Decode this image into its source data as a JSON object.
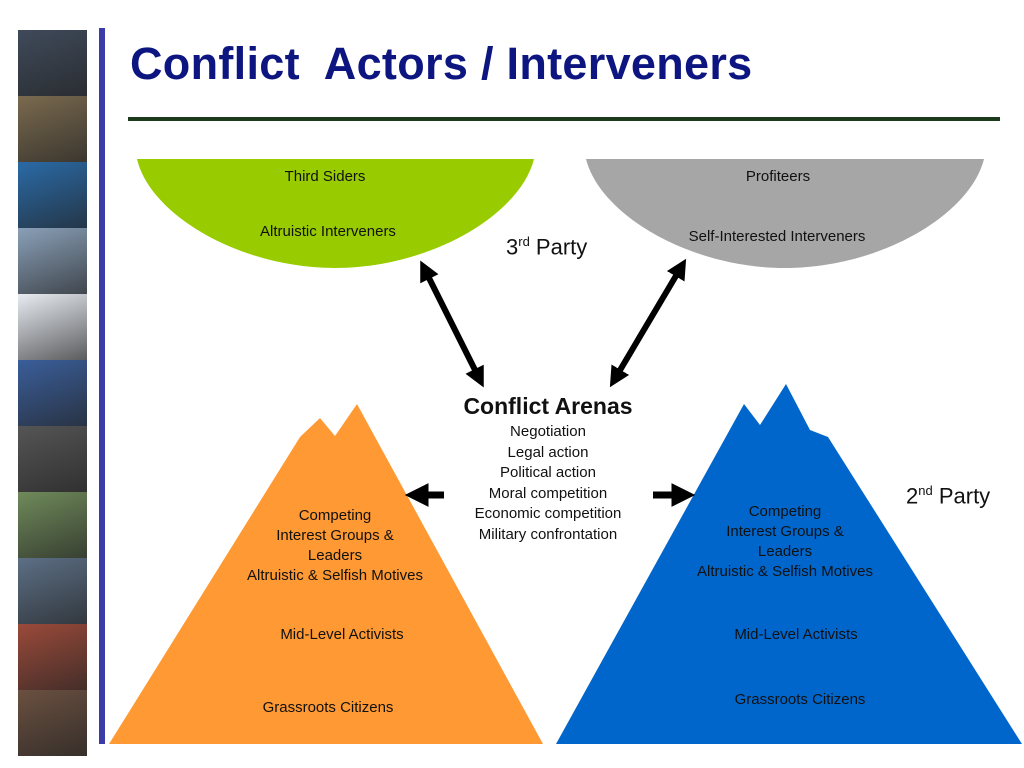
{
  "title": "Conflict  Actors / Interveners",
  "third_party_label": {
    "num": "3",
    "sup": "rd",
    "text": " Party"
  },
  "second_party_label": {
    "num": "2",
    "sup": "nd",
    "text": " Party"
  },
  "left_bowl": {
    "title": "Third Siders",
    "subtitle": "Altruistic Interveners",
    "color": "#99cc00"
  },
  "right_bowl": {
    "title": "Profiteers",
    "subtitle": "Self-Interested Interveners",
    "color": "#a6a6a6"
  },
  "arena": {
    "title": "Conflict Arenas",
    "items": [
      "Negotiation",
      "Legal action",
      "Political action",
      "Moral competition",
      "Economic competition",
      "Military confrontation"
    ]
  },
  "left_mountain": {
    "color": "#ff9933",
    "top_lines": [
      "Competing",
      "Interest Groups &",
      "Leaders",
      "Altruistic & Selfish Motives"
    ],
    "mid": "Mid-Level Activists",
    "base": "Grassroots Citizens"
  },
  "right_mountain": {
    "color": "#0066cc",
    "top_lines": [
      "Competing",
      "Interest Groups &",
      "Leaders",
      "Altruistic & Selfish Motives"
    ],
    "mid": "Mid-Level Activists",
    "base": "Grassroots Citizens"
  },
  "photo_strip": [
    {
      "name": "riot-police-photo",
      "color": "#3f4a5a"
    },
    {
      "name": "soldier-photo",
      "color": "#7a6a4f"
    },
    {
      "name": "un-emblem-photo",
      "color": "#2a6aa6"
    },
    {
      "name": "tower-smoke-photo",
      "color": "#8aa0b8"
    },
    {
      "name": "unhcr-truck-photo",
      "color": "#e8ecf2"
    },
    {
      "name": "crowd-flags-photo",
      "color": "#3a5e9a"
    },
    {
      "name": "speaker-portrait-photo",
      "color": "#555555"
    },
    {
      "name": "cemetery-photo",
      "color": "#6f8a5a"
    },
    {
      "name": "fighter-jet-photo",
      "color": "#5c6f85"
    },
    {
      "name": "protest-signs-photo",
      "color": "#9a4a3a"
    },
    {
      "name": "handcuffs-photo",
      "color": "#6a5040"
    }
  ]
}
